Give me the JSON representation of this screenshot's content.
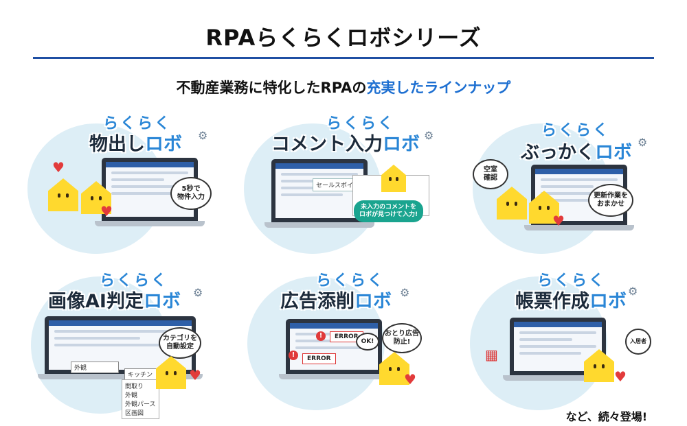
{
  "header": {
    "title": "RPAらくらくロボシリーズ",
    "subtitle_prefix": "不動産業務に特化したRPAの",
    "subtitle_accent": "充実したラインナップ"
  },
  "robots": [
    {
      "prefix": "らくらく",
      "name": "物出し",
      "robo": "ロボ",
      "callout": "5秒で\n物件入力"
    },
    {
      "prefix": "らくらく",
      "name": "コメント入力",
      "robo": "ロボ",
      "callout": "未入力のコメントを\nロボが見つけて入力!",
      "panel_label": "セールスポイント"
    },
    {
      "prefix": "らくらく",
      "name": "ぶっかく",
      "robo": "ロボ",
      "callout": "空室\n確認",
      "callout2": "更新作業を\nおまかせ"
    },
    {
      "prefix": "らくらく",
      "name": "画像AI判定",
      "robo": "ロボ",
      "callout": "カテゴリを\n自動設定",
      "select_value": "外観",
      "select2_value": "キッチン",
      "options": [
        "間取り",
        "外観",
        "外観パース",
        "区画図"
      ]
    },
    {
      "prefix": "らくらく",
      "name": "広告添削",
      "robo": "ロボ",
      "callout": "おとり広告\n防止!",
      "error1": "ERROR",
      "error2": "ERROR",
      "ok": "OK!"
    },
    {
      "prefix": "らくらく",
      "name": "帳票作成",
      "robo": "ロボ",
      "callout": "入居者"
    }
  ],
  "footer": {
    "closing": "など、続々登場!"
  },
  "colors": {
    "accent_blue": "#1d6fd1",
    "rule": "#1f4fa3",
    "circle": "#ddeef6",
    "mascot": "#ffd92e",
    "heart": "#e23b3b"
  }
}
